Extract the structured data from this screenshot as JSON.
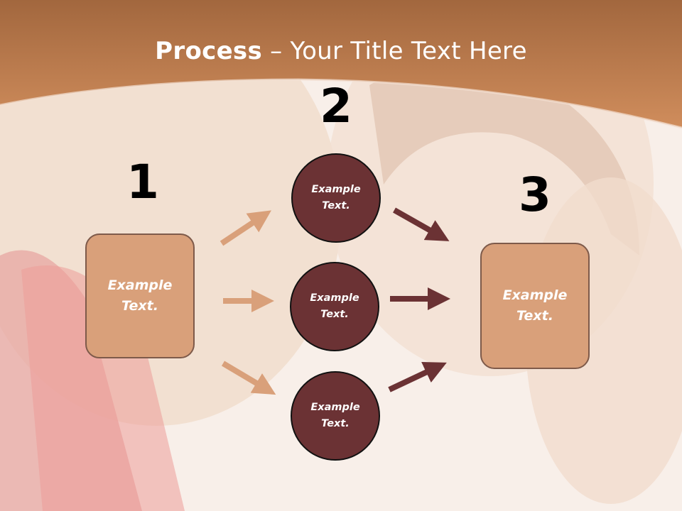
{
  "title": {
    "bold": "Process",
    "rest": " – Your Title Text Here"
  },
  "colors": {
    "header": "#c27d4e",
    "box_fill": "#d9a07a",
    "circle_fill": "#6b3234",
    "arrow_light": "#d9a07a",
    "arrow_dark": "#6b3234"
  },
  "steps": {
    "n1": "1",
    "n2": "2",
    "n3": "3"
  },
  "left_box": {
    "line1": "Example",
    "line2": "Text."
  },
  "right_box": {
    "line1": "Example",
    "line2": "Text."
  },
  "circles": [
    {
      "line1": "Example",
      "line2": "Text."
    },
    {
      "line1": "Example",
      "line2": "Text."
    },
    {
      "line1": "Example",
      "line2": "Text."
    }
  ]
}
